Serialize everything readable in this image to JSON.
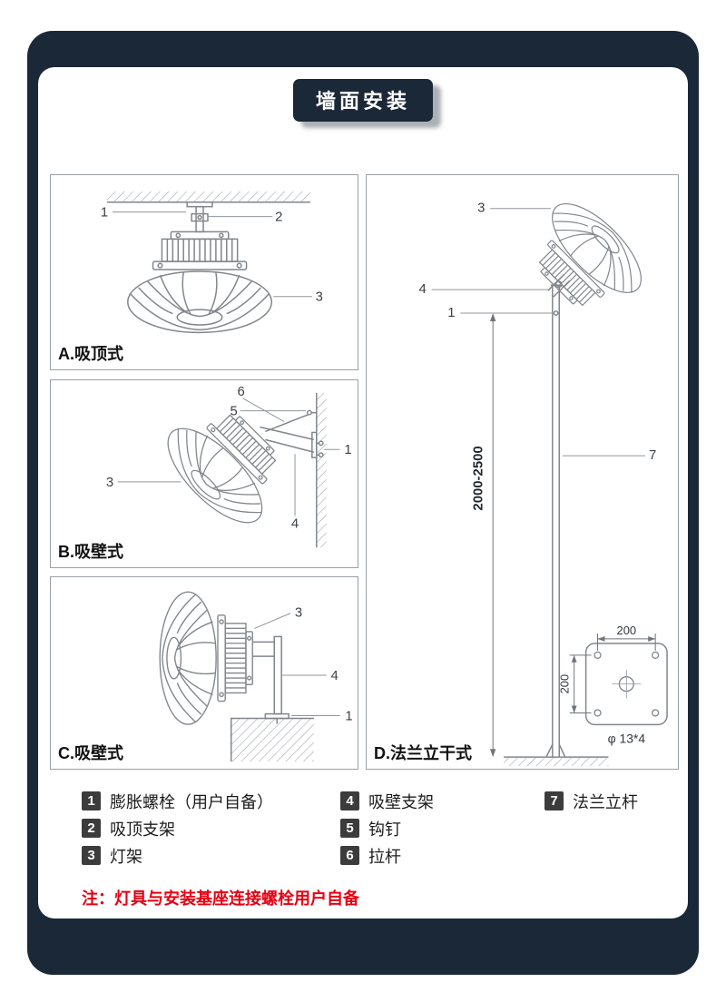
{
  "page": {
    "title": "墙面安装",
    "colors": {
      "frame": "#1b2837",
      "badge": "#1b2837",
      "legend_badge": "#3c3c3c",
      "note": "#e60012"
    }
  },
  "diagrams": {
    "a": {
      "label": "A.吸顶式",
      "callouts": {
        "c1": "1",
        "c2": "2",
        "c3": "3"
      }
    },
    "b": {
      "label": "B.吸壁式",
      "callouts": {
        "c1": "1",
        "c3": "3",
        "c4": "4",
        "c5": "5",
        "c6": "6"
      }
    },
    "c": {
      "label": "C.吸壁式",
      "callouts": {
        "c1": "1",
        "c3": "3",
        "c4": "4"
      }
    },
    "d": {
      "label": "D.法兰立干式",
      "callouts": {
        "c1": "1",
        "c3": "3",
        "c4": "4",
        "c7": "7"
      },
      "height_dimension": "2000-2500",
      "flange": {
        "width": "200",
        "height": "200",
        "holes": "φ 13*4"
      }
    }
  },
  "legend": {
    "items": [
      {
        "num": "1",
        "label": "膨胀螺栓（用户自备）"
      },
      {
        "num": "2",
        "label": "吸顶支架"
      },
      {
        "num": "3",
        "label": "灯架"
      },
      {
        "num": "4",
        "label": "吸壁支架"
      },
      {
        "num": "5",
        "label": "钩钉"
      },
      {
        "num": "6",
        "label": "拉杆"
      },
      {
        "num": "7",
        "label": "法兰立杆"
      }
    ]
  },
  "note": "注：灯具与安装基座连接螺栓用户自备"
}
